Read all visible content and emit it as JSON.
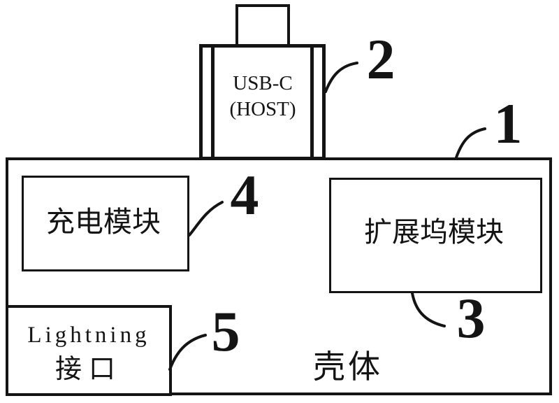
{
  "diagram": {
    "housing": {
      "label": "壳体",
      "ref": "1"
    },
    "usb_c_connector": {
      "line1": "USB-C",
      "line2": "(HOST)",
      "ref": "2"
    },
    "dock_module": {
      "label": "扩展坞模块",
      "ref": "3"
    },
    "charging_module": {
      "label": "充电模块",
      "ref": "4"
    },
    "lightning_port": {
      "line1": "Lightning",
      "line2": "接口",
      "ref": "5"
    }
  },
  "colors": {
    "background": "#ffffff",
    "ink": "#141414"
  }
}
